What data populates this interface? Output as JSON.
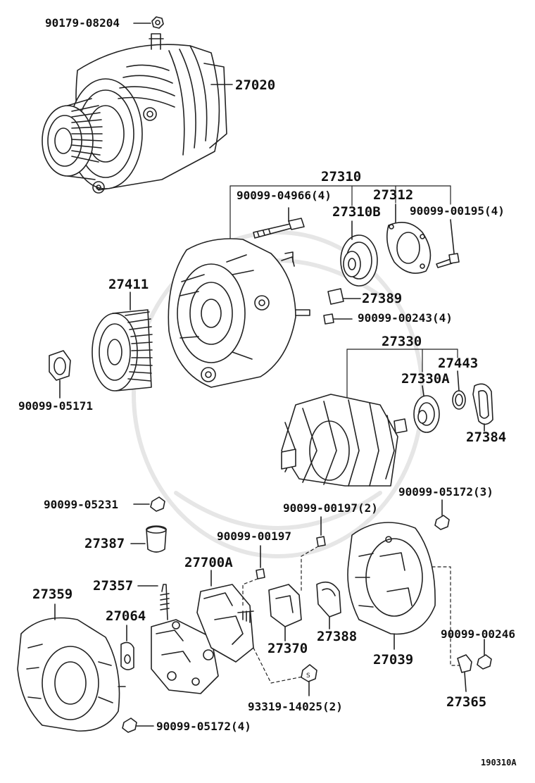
{
  "diagram_id": "190310A",
  "parts": {
    "p_9017908204": "90179-08204",
    "p_27020": "27020",
    "p_27310": "27310",
    "p_9009904966": "90099-04966(4)",
    "p_27312": "27312",
    "p_27310B": "27310B",
    "p_9009900195": "90099-00195(4)",
    "p_27411": "27411",
    "p_27389": "27389",
    "p_9009900243": "90099-00243(4)",
    "p_27330": "27330",
    "p_27443": "27443",
    "p_27330A": "27330A",
    "p_9009905171": "90099-05171",
    "p_27384": "27384",
    "p_9009905172_3": "90099-05172(3)",
    "p_9009905231": "90099-05231",
    "p_9009900197_2": "90099-00197(2)",
    "p_9009900197": "90099-00197",
    "p_27387": "27387",
    "p_27700A": "27700A",
    "p_27357": "27357",
    "p_27359": "27359",
    "p_27064": "27064",
    "p_27388": "27388",
    "p_9009900246": "90099-00246",
    "p_27370": "27370",
    "p_27039": "27039",
    "p_9331914025": "93319-14025(2)",
    "p_27365": "27365",
    "p_9009905172_4": "90099-05172(4)"
  }
}
